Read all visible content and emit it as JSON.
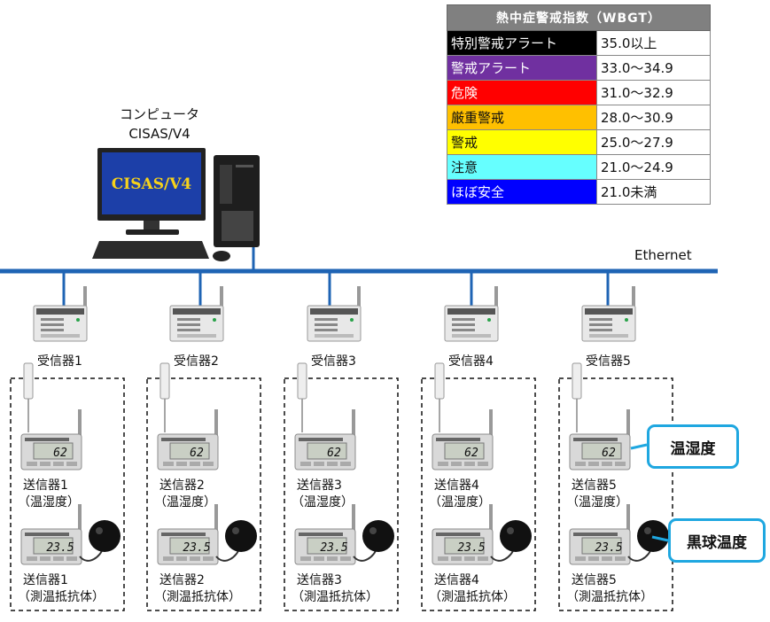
{
  "computer": {
    "line1": "コンピュータ",
    "line2": "CISAS/V4",
    "screen_text": "CISAS/V4"
  },
  "network": {
    "label": "Ethernet"
  },
  "wbgt_table": {
    "header": "熱中症警戒指数（WBGT）",
    "rows": [
      {
        "level": "特別警戒アラート",
        "range": "35.0以上",
        "bg": "#000000",
        "fg": "#ffffff"
      },
      {
        "level": "警戒アラート",
        "range": "33.0～34.9",
        "bg": "#7030a0",
        "fg": "#ffffff"
      },
      {
        "level": "危険",
        "range": "31.0～32.9",
        "bg": "#ff0000",
        "fg": "#ffffff"
      },
      {
        "level": "厳重警戒",
        "range": "28.0～30.9",
        "bg": "#ffc000",
        "fg": "#111111"
      },
      {
        "level": "警戒",
        "range": "25.0～27.9",
        "bg": "#ffff00",
        "fg": "#111111"
      },
      {
        "level": "注意",
        "range": "21.0～24.9",
        "bg": "#66ffff",
        "fg": "#111111"
      },
      {
        "level": "ほぼ安全",
        "range": "21.0未満",
        "bg": "#0000ff",
        "fg": "#ffffff"
      }
    ]
  },
  "receivers": [
    "受信器1",
    "受信器2",
    "受信器3",
    "受信器4",
    "受信器5"
  ],
  "groups": [
    {
      "th_name": "送信器1",
      "th_type": "（温湿度）",
      "gt_name": "送信器1",
      "gt_type": "（測温抵抗体）"
    },
    {
      "th_name": "送信器2",
      "th_type": "（温湿度）",
      "gt_name": "送信器2",
      "gt_type": "（測温抵抗体）"
    },
    {
      "th_name": "送信器3",
      "th_type": "（温湿度）",
      "gt_name": "送信器3",
      "gt_type": "（測温抵抗体）"
    },
    {
      "th_name": "送信器4",
      "th_type": "（温湿度）",
      "gt_name": "送信器4",
      "gt_type": "（測温抵抗体）"
    },
    {
      "th_name": "送信器5",
      "th_type": "（温湿度）",
      "gt_name": "送信器5",
      "gt_type": "（測温抵抗体）"
    }
  ],
  "display_values": {
    "humidity_reading": "62",
    "globe_reading": "23.5"
  },
  "callouts": {
    "temp_humidity": "温湿度",
    "globe_temp": "黒球温度"
  },
  "colors": {
    "ethernet": "#1f64b4",
    "callout_border": "#1fa7e0"
  }
}
